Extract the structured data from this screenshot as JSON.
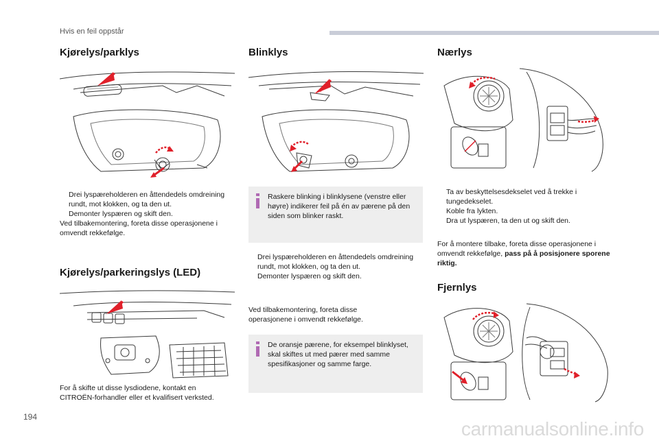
{
  "header": {
    "section": "Hvis en feil oppstår"
  },
  "page_number": "194",
  "watermark": "carmanualsonline.info",
  "col1": {
    "title1": "Kjørelys/parklys",
    "b1": "Drei lyspæreholderen en åttendedels omdreining rundt, mot klokken, og ta den ut.",
    "b2": "Demonter lyspæren og skift den.",
    "p1": "Ved tilbakemontering, foreta disse operasjonene i omvendt rekkefølge.",
    "title2": "Kjørelys/parkeringslys (LED)",
    "p2": "For å skifte ut disse lysdiodene, kontakt en CITROËN-forhandler eller et kvalifisert verksted."
  },
  "col2": {
    "title": "Blinklys",
    "info1": "Raskere blinking i blinklysene (venstre eller høyre) indikerer feil på én av pærene på den siden som blinker raskt.",
    "b1": "Drei lyspæreholderen en åttendedels omdreining rundt, mot klokken, og ta den ut.",
    "b2": "Demonter lyspæren og skift den.",
    "p1": "Ved tilbakemontering, foreta disse operasjonene i omvendt rekkefølge.",
    "info2": "De oransje pærene, for eksempel blinklyset, skal skiftes ut med pærer med samme spesifikasjoner og samme farge."
  },
  "col3": {
    "title1": "Nærlys",
    "b1": "Ta av beskyttelsesdekselet ved å trekke i tungedekselet.",
    "b2": "Koble fra lykten.",
    "b3": "Dra ut lyspæren, ta den ut og skift den.",
    "p1": "For å montere tilbake, foreta disse operasjonene i omvendt rekkefølge,",
    "p1_bold": "pass på å posisjonere sporene riktig.",
    "title2": "Fjernlys"
  },
  "bullet_mark": "",
  "colors": {
    "arrow": "#e0202a",
    "infobox": "#eeeeee",
    "info_icon": "#b06ab3",
    "line": "#3a3a3a"
  }
}
